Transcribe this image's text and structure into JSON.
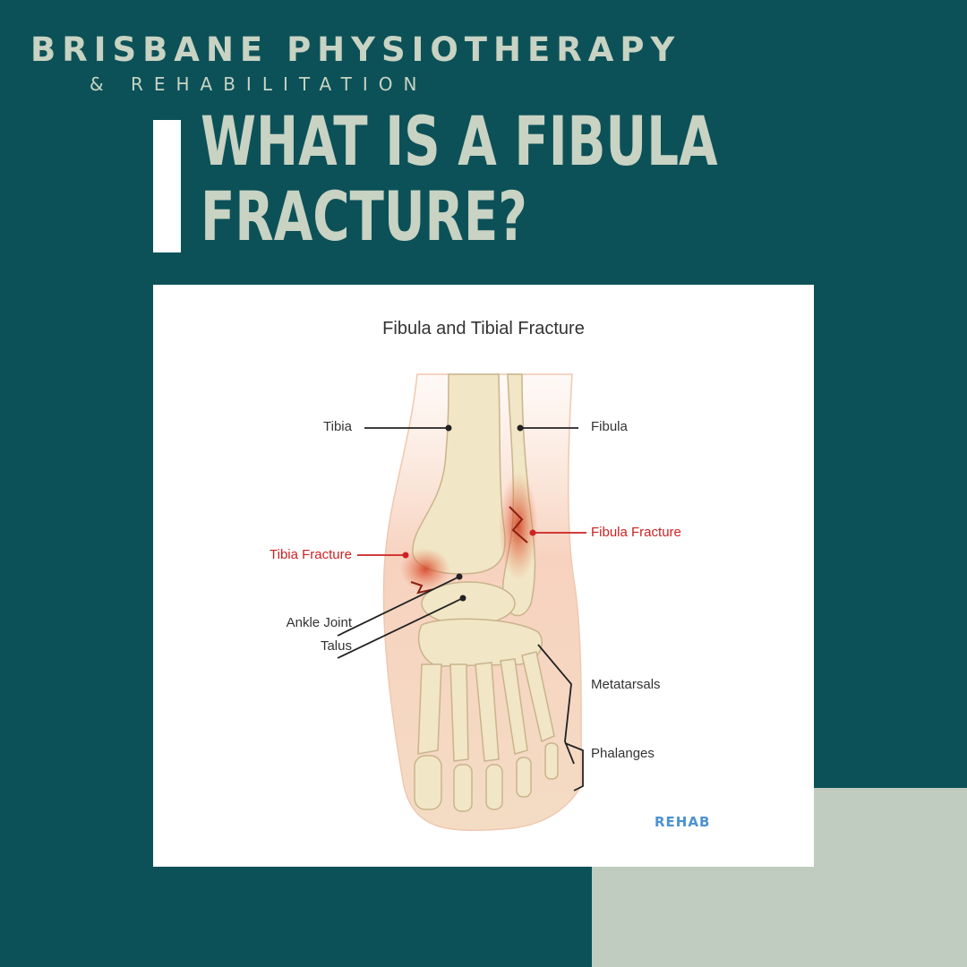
{
  "brand": {
    "name": "BRISBANE PHYSIOTHERAPY",
    "subtitle": "& REHABILITATION"
  },
  "headline": {
    "line1": "WHAT IS A FIBULA",
    "line2": "FRACTURE?"
  },
  "figure": {
    "title": "Fibula and Tibial Fracture",
    "labels": {
      "tibia": "Tibia",
      "fibula": "Fibula",
      "fibula_fracture": "Fibula Fracture",
      "tibia_fracture": "Tibia Fracture",
      "ankle_joint": "Ankle Joint",
      "talus": "Talus",
      "metatarsals": "Metatarsals",
      "phalanges": "Phalanges"
    },
    "logo_text": "REHAB"
  },
  "colors": {
    "background": "#0c5158",
    "brand_text": "#c8d3c3",
    "sage_block": "#c0ccbf",
    "fracture_red": "#cc2222",
    "bone": "#f1e6c6",
    "logo_blue": "#4b92d3"
  }
}
